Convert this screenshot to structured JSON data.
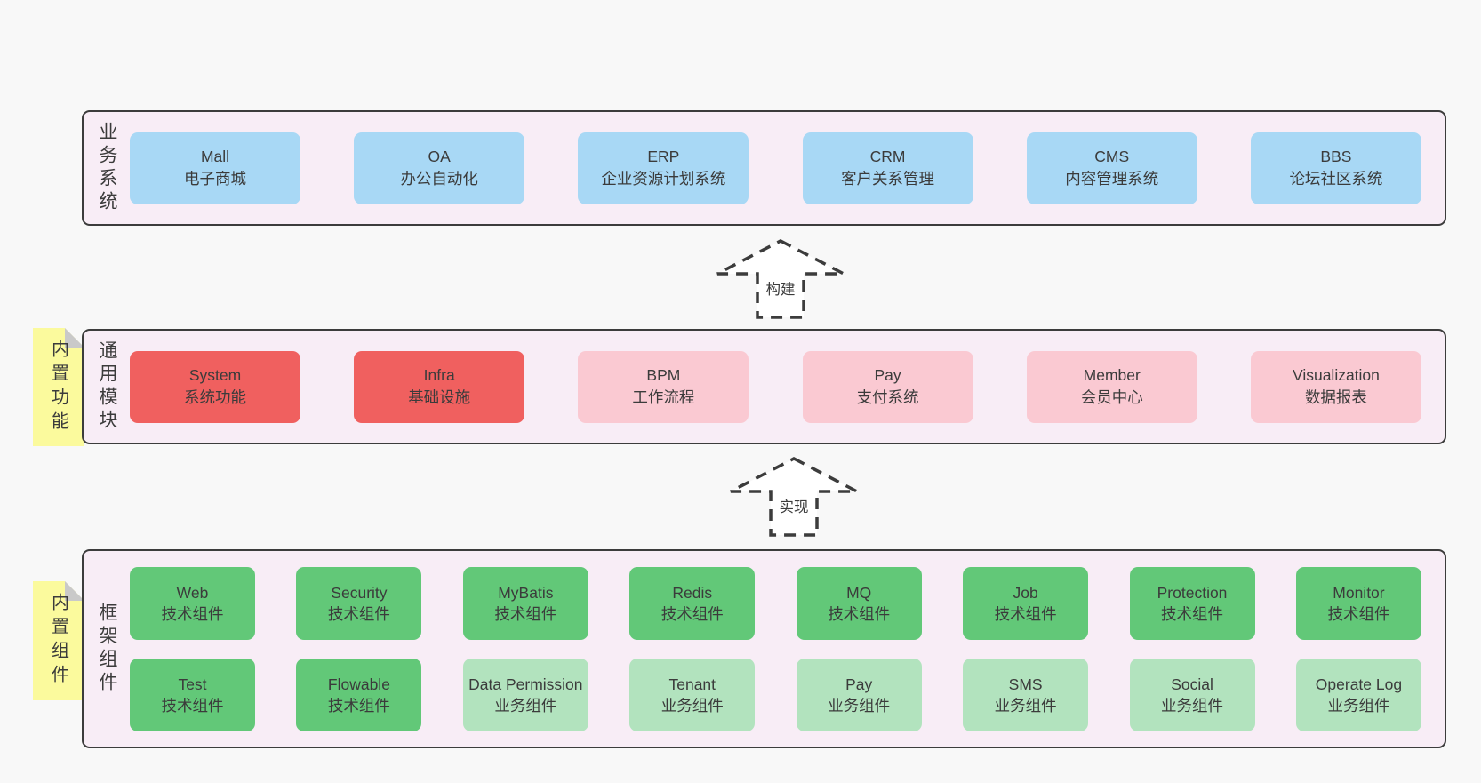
{
  "layers": [
    {
      "label": "业务系统",
      "items": [
        {
          "name": "Mall",
          "desc": "电子商城"
        },
        {
          "name": "OA",
          "desc": "办公自动化"
        },
        {
          "name": "ERP",
          "desc": "企业资源计划系统"
        },
        {
          "name": "CRM",
          "desc": "客户关系管理"
        },
        {
          "name": "CMS",
          "desc": "内容管理系统"
        },
        {
          "name": "BBS",
          "desc": "论坛社区系统"
        }
      ]
    },
    {
      "label": "通用模块",
      "note": "内置功能",
      "items": [
        {
          "name": "System",
          "desc": "系统功能"
        },
        {
          "name": "Infra",
          "desc": "基础设施"
        },
        {
          "name": "BPM",
          "desc": "工作流程"
        },
        {
          "name": "Pay",
          "desc": "支付系统"
        },
        {
          "name": "Member",
          "desc": "会员中心"
        },
        {
          "name": "Visualization",
          "desc": "数据报表"
        }
      ]
    },
    {
      "label": "框架组件",
      "note": "内置组件",
      "rows": [
        [
          {
            "name": "Web",
            "desc": "技术组件"
          },
          {
            "name": "Security",
            "desc": "技术组件"
          },
          {
            "name": "MyBatis",
            "desc": "技术组件"
          },
          {
            "name": "Redis",
            "desc": "技术组件"
          },
          {
            "name": "MQ",
            "desc": "技术组件"
          },
          {
            "name": "Job",
            "desc": "技术组件"
          },
          {
            "name": "Protection",
            "desc": "技术组件"
          },
          {
            "name": "Monitor",
            "desc": "技术组件"
          }
        ],
        [
          {
            "name": "Test",
            "desc": "技术组件"
          },
          {
            "name": "Flowable",
            "desc": "技术组件"
          },
          {
            "name": "Data Permission",
            "desc": "业务组件"
          },
          {
            "name": "Tenant",
            "desc": "业务组件"
          },
          {
            "name": "Pay",
            "desc": "业务组件"
          },
          {
            "name": "SMS",
            "desc": "业务组件"
          },
          {
            "name": "Social",
            "desc": "业务组件"
          },
          {
            "name": "Operate Log",
            "desc": "业务组件"
          }
        ]
      ]
    }
  ],
  "arrows": [
    {
      "label": "构建"
    },
    {
      "label": "实现"
    }
  ],
  "colors": {
    "page-bg": "#f8f8f8",
    "layer-bg": "#f8edf6",
    "layer-border": "#3c3c3c",
    "blue": "#a8d8f5",
    "red": "#f0605f",
    "pink": "#fac9d2",
    "green-dark": "#62c878",
    "green-light": "#b2e3be",
    "sticky-yellow": "#fbfa9d",
    "fold-gray": "#c9c9c9",
    "text": "#3b3b3b"
  }
}
